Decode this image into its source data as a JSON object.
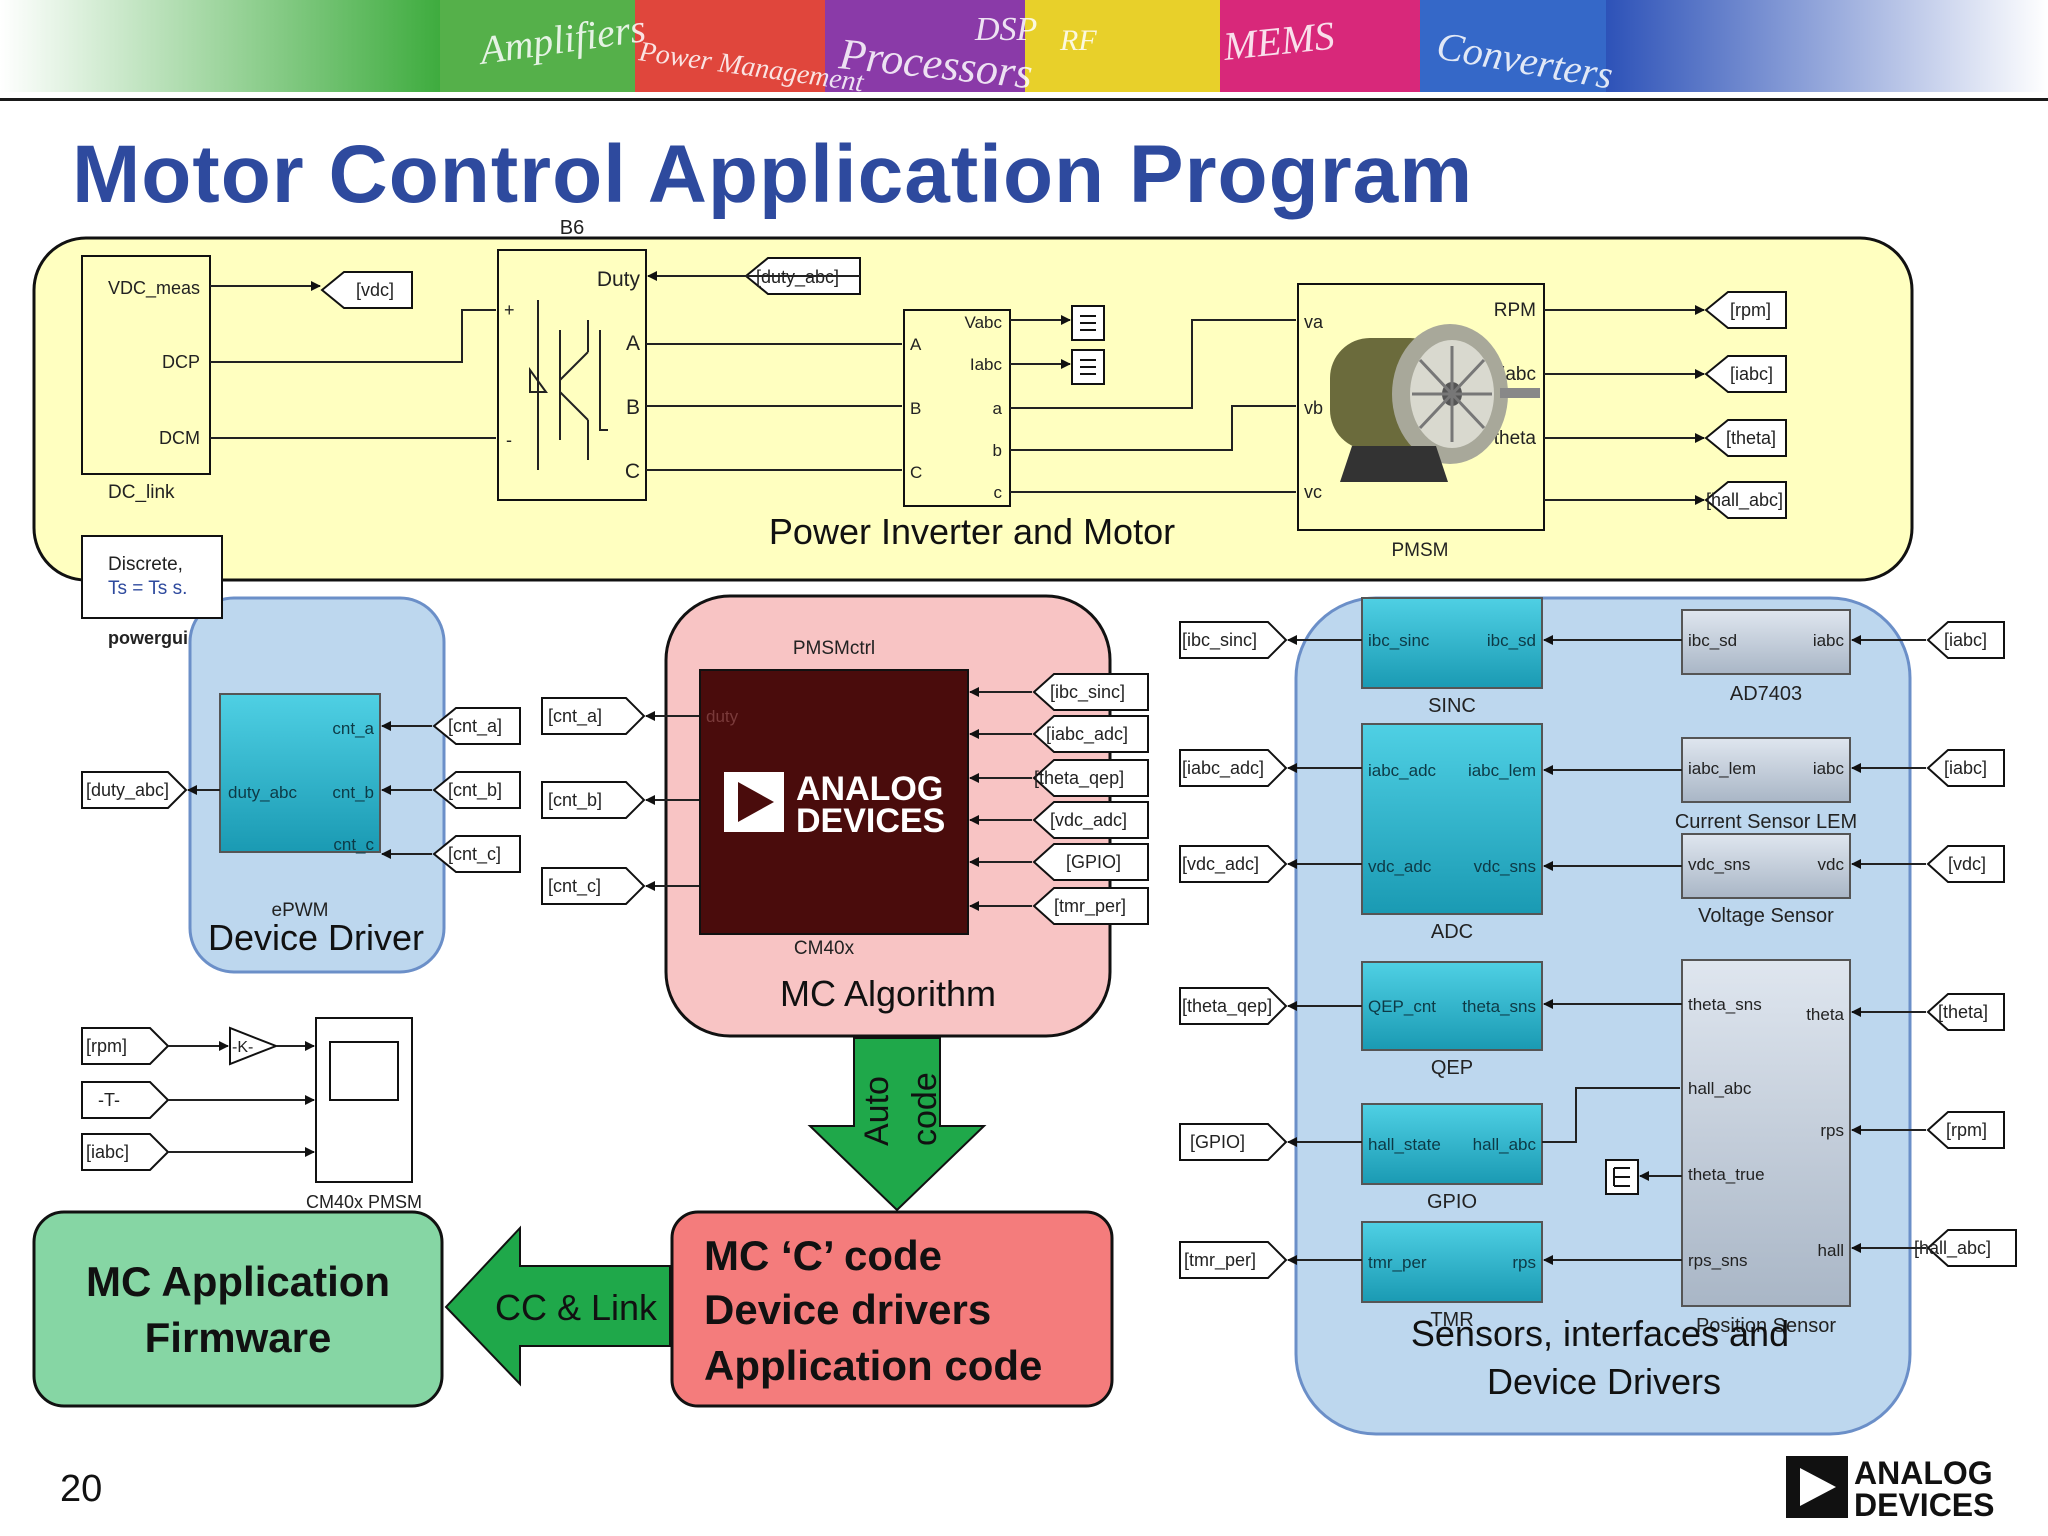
{
  "banner": {
    "words": [
      "Amplifiers",
      "Power Management",
      "Processors",
      "DSP",
      "RF",
      "MEMS",
      "Converters"
    ]
  },
  "title": "Motor Control Application Program",
  "regions": {
    "inverter": "Power Inverter and Motor",
    "driver": "Device Driver",
    "algorithm": "MC Algorithm",
    "sensors_line1": "Sensors, interfaces and",
    "sensors_line2": "Device Drivers",
    "firmware_line1": "MC Application",
    "firmware_line2": "Firmware",
    "code_line1": "MC ‘C’ code",
    "code_line2": "Device drivers",
    "code_line3": "Application code"
  },
  "arrows": {
    "auto_line1": "Auto",
    "auto_line2": "code",
    "cc_link": "CC & Link"
  },
  "blocks": {
    "dc_link": {
      "name": "DC_link",
      "p1": "VDC_meas",
      "p2": "DCP",
      "p3": "DCM"
    },
    "b6": {
      "name": "B6",
      "p_duty": "Duty",
      "p_a": "A",
      "p_b": "B",
      "p_c": "C",
      "plus": "+",
      "minus": "-"
    },
    "meas": {
      "p_vabc": "Vabc",
      "p_iabc": "Iabc",
      "p_a_in": "A",
      "p_b_in": "B",
      "p_c_in": "C",
      "p_a": "a",
      "p_b": "b",
      "p_c": "c"
    },
    "pmsm": {
      "name": "PMSM",
      "p_va": "va",
      "p_vb": "vb",
      "p_vc": "vc",
      "p_rpm": "RPM",
      "p_iabc": "iabc",
      "p_theta": "theta"
    },
    "powergui": {
      "name": "powergui",
      "line1": "Discrete,",
      "line2": "Ts = Ts s."
    },
    "epwm": {
      "name": "ePWM",
      "p_duty": "duty_abc",
      "p_a": "cnt_a",
      "p_b": "cnt_b",
      "p_c": "cnt_c"
    },
    "cm40x": {
      "name": "CM40x",
      "header": "PMSMctrl",
      "p_duty": "duty",
      "logo_line1": "ANALOG",
      "logo_line2": "DEVICES"
    },
    "sinc": {
      "name": "SINC",
      "p_in": "ibc_sinc",
      "p_out": "ibc_sd"
    },
    "ad7403": {
      "name": "AD7403",
      "p_in": "ibc_sd",
      "p_out": "iabc"
    },
    "adc": {
      "name": "ADC",
      "p_in1": "iabc_adc",
      "p_out1": "iabc_lem",
      "p_in2": "vdc_adc",
      "p_out2": "vdc_sns"
    },
    "lem": {
      "name": "Current Sensor LEM",
      "p_in": "iabc_lem",
      "p_out": "iabc"
    },
    "vsens": {
      "name": "Voltage Sensor",
      "p_in": "vdc_sns",
      "p_out": "vdc"
    },
    "qep": {
      "name": "QEP",
      "p_in": "QEP_cnt",
      "p_out": "theta_sns"
    },
    "gpio": {
      "name": "GPIO",
      "p_in": "hall_state",
      "p_out": "hall_abc"
    },
    "tmr": {
      "name": "TMR",
      "p_in": "tmr_per",
      "p_out": "rps"
    },
    "pos": {
      "name": "Position Sensor",
      "p1": "theta_sns",
      "p2": "hall_abc",
      "p3": "theta_true",
      "p4": "rps_sns",
      "p_theta": "theta",
      "p_rps": "rps",
      "p_hall": "hall"
    },
    "scope": {
      "name": "CM40x PMSM",
      "gain": "-K-"
    }
  },
  "tags": {
    "vdc_out": "[vdc]",
    "duty_in": "[duty_abc]",
    "rpm_out": "[rpm]",
    "iabc_out": "[iabc]",
    "theta_out": "[theta]",
    "hall_out": "[hall_abc]",
    "duty_drv": "[duty_abc]",
    "cnta_in": "[cnt_a]",
    "cntb_in": "[cnt_b]",
    "cntc_in": "[cnt_c]",
    "cnta_out": "[cnt_a]",
    "cntb_out": "[cnt_b]",
    "cntc_out": "[cnt_c]",
    "alg_in1": "[ibc_sinc]",
    "alg_in2": "[iabc_adc]",
    "alg_in3": "[theta_qep]",
    "alg_in4": "[vdc_adc]",
    "alg_in5": "[GPIO]",
    "alg_in6": "[tmr_per]",
    "s_out1": "[ibc_sinc]",
    "s_out2": "[iabc_adc]",
    "s_out3": "[vdc_adc]",
    "s_out4": "[theta_qep]",
    "s_out5": "[GPIO]",
    "s_out6": "[tmr_per]",
    "s_in1": "[iabc]",
    "s_in2": "[iabc]",
    "s_in3": "[vdc]",
    "s_in4": "[theta]",
    "s_in5": "[rpm]",
    "s_in6": "[hall_abc]",
    "sc_in1": "[rpm]",
    "sc_in2": "-T-",
    "sc_in3": "[iabc]"
  },
  "page_number": "20",
  "footer_logo": {
    "line1": "ANALOG",
    "line2": "DEVICES"
  },
  "colors": {
    "title": "#2e4a9e",
    "inverter_bg": "#ffffc0",
    "sensor_bg": "#bdd7ee",
    "algorithm_bg": "#f8c4c4",
    "firmware_bg": "#86d6a4",
    "code_bg": "#f47c7c",
    "arrow": "#1fa84a",
    "block_cyan": "#26b3cc",
    "chip": "#4a0c0c"
  }
}
